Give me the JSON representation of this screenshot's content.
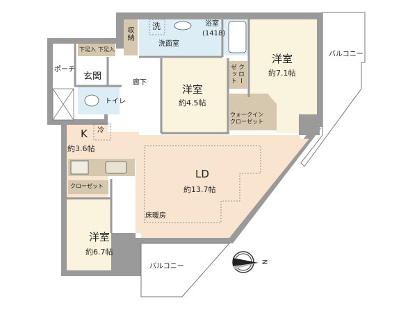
{
  "colors": {
    "wall": "#9a9a9a",
    "wall_dark": "#8c8c8c",
    "living_floor": "#f8e4cf",
    "bedroom_floor": "#faf3dd",
    "wet_area": "#dcedf6",
    "storage": "#d6c8ae",
    "white": "#ffffff",
    "line": "#555555"
  },
  "rooms": {
    "porch": {
      "name": "ポーチ"
    },
    "entrance": {
      "name": "玄関"
    },
    "shoe_storage_1": {
      "name": "下足入"
    },
    "shoe_storage_2": {
      "name": "下足入"
    },
    "storage": {
      "name": "収納"
    },
    "hallway": {
      "name": "廊下"
    },
    "toilet": {
      "name": "トイレ"
    },
    "laundry": {
      "name": "洗"
    },
    "washroom": {
      "name": "洗面室"
    },
    "bathroom": {
      "name": "浴室",
      "size": "(1418)"
    },
    "western_room_small": {
      "name": "洋室",
      "size": "約4.5帖"
    },
    "closet_small": {
      "name": "クローゼット",
      "name_col1": "クロー",
      "name_col2": "ゼット"
    },
    "walk_in_closet": {
      "name_line1": "ウォークイン",
      "name_line2": "クローゼット"
    },
    "western_room_large": {
      "name": "洋室",
      "size": "約7.1帖"
    },
    "balcony_east": {
      "name": "バルコニー"
    },
    "kitchen": {
      "name": "K",
      "size": "約3.6帖",
      "fridge": "冷"
    },
    "closet_kitchen": {
      "name": "クローゼット"
    },
    "living_dining": {
      "name": "LD",
      "size": "約13.7帖",
      "floor_heating": "床暖房"
    },
    "western_room_south": {
      "name": "洋室",
      "size": "約6.7帖"
    },
    "balcony_south": {
      "name": "バルコニー"
    }
  },
  "compass": {
    "label": "N"
  }
}
